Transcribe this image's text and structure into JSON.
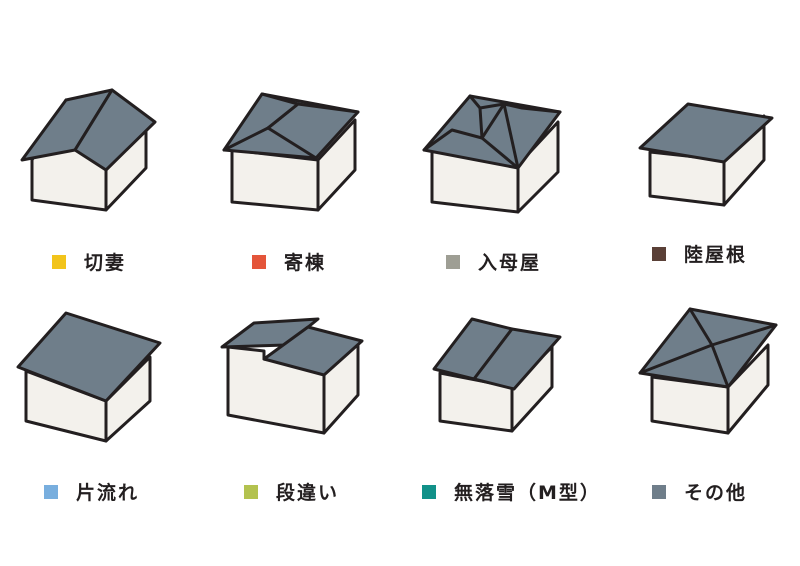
{
  "colors": {
    "roof": "#6f7e8a",
    "wall": "#f3f1ec",
    "stroke": "#231f20"
  },
  "roof_types": [
    {
      "label": "切妻",
      "swatch_color": "#f2c41b"
    },
    {
      "label": "寄棟",
      "swatch_color": "#e4553a"
    },
    {
      "label": "入母屋",
      "swatch_color": "#9e9e94"
    },
    {
      "label": "陸屋根",
      "swatch_color": "#5a4037"
    },
    {
      "label": "片流れ",
      "swatch_color": "#78aede"
    },
    {
      "label": "段違い",
      "swatch_color": "#b3c24f"
    },
    {
      "label": "無落雪（M型）",
      "swatch_color": "#119189"
    },
    {
      "label": "その他",
      "swatch_color": "#6f7e8a"
    }
  ]
}
